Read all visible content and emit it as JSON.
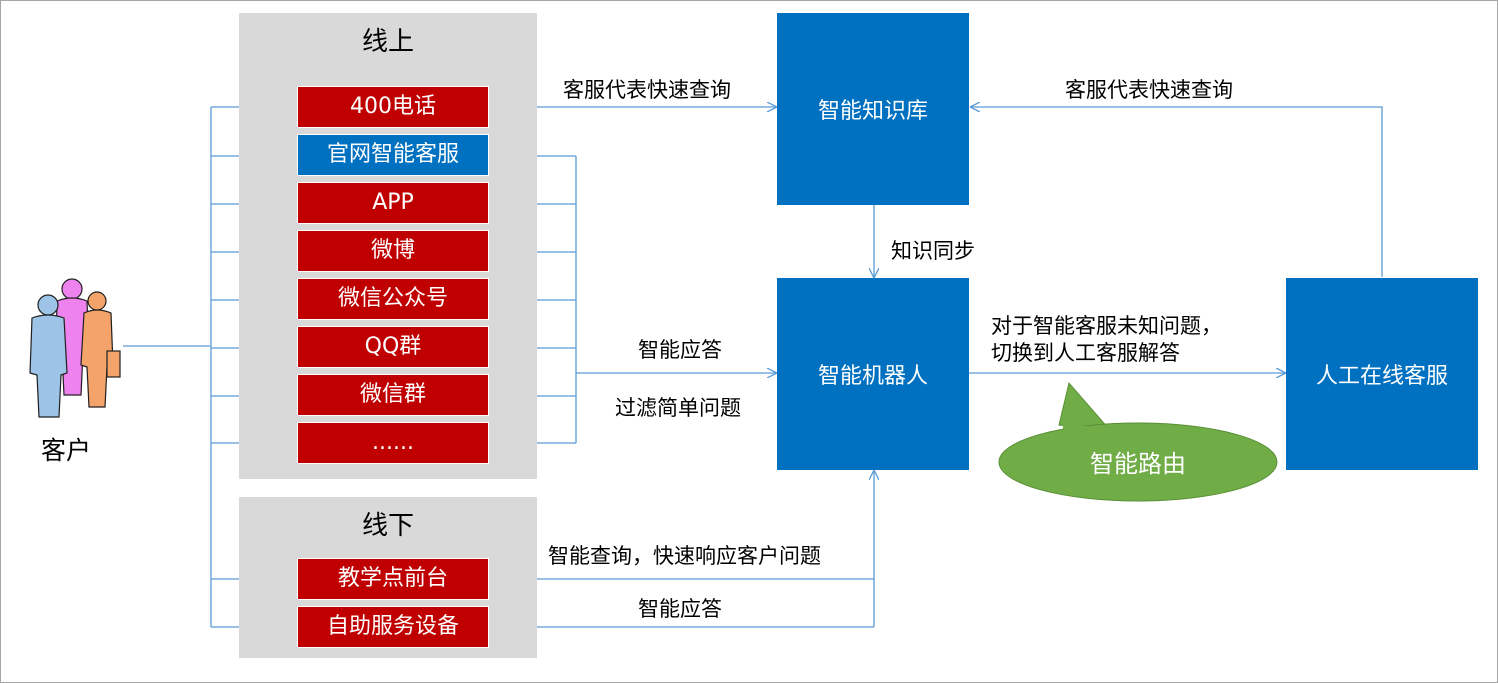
{
  "customer": {
    "label": "客户"
  },
  "online": {
    "title": "线上",
    "channels": [
      "400电话",
      "官网智能客服",
      "APP",
      "微博",
      "微信公众号",
      "QQ群",
      "微信群",
      "......"
    ]
  },
  "offline": {
    "title": "线下",
    "channels": [
      "教学点前台",
      "自助服务设备"
    ]
  },
  "nodes": {
    "knowledge_base": "智能知识库",
    "robot": "智能机器人",
    "human": "人工在线客服"
  },
  "edge_labels": {
    "phone_to_kb": "客服代表快速查询",
    "human_to_kb": "客服代表快速查询",
    "kb_sync": "知识同步",
    "online_answer": "智能应答",
    "online_filter": "过滤简单问题",
    "robot_to_human_1": "对于智能客服未知问题，",
    "robot_to_human_2": "切换到人工客服解答",
    "offline_query": "智能查询，快速响应客户问题",
    "offline_answer": "智能应答"
  },
  "callout": {
    "text": "智能路由"
  },
  "colors": {
    "channel_red": "#c00000",
    "channel_blue": "#0070c0",
    "node_blue": "#0070c0",
    "group_gray": "#d9d9d9",
    "connector": "#5b9bd5",
    "callout_green": "#70ad47"
  }
}
